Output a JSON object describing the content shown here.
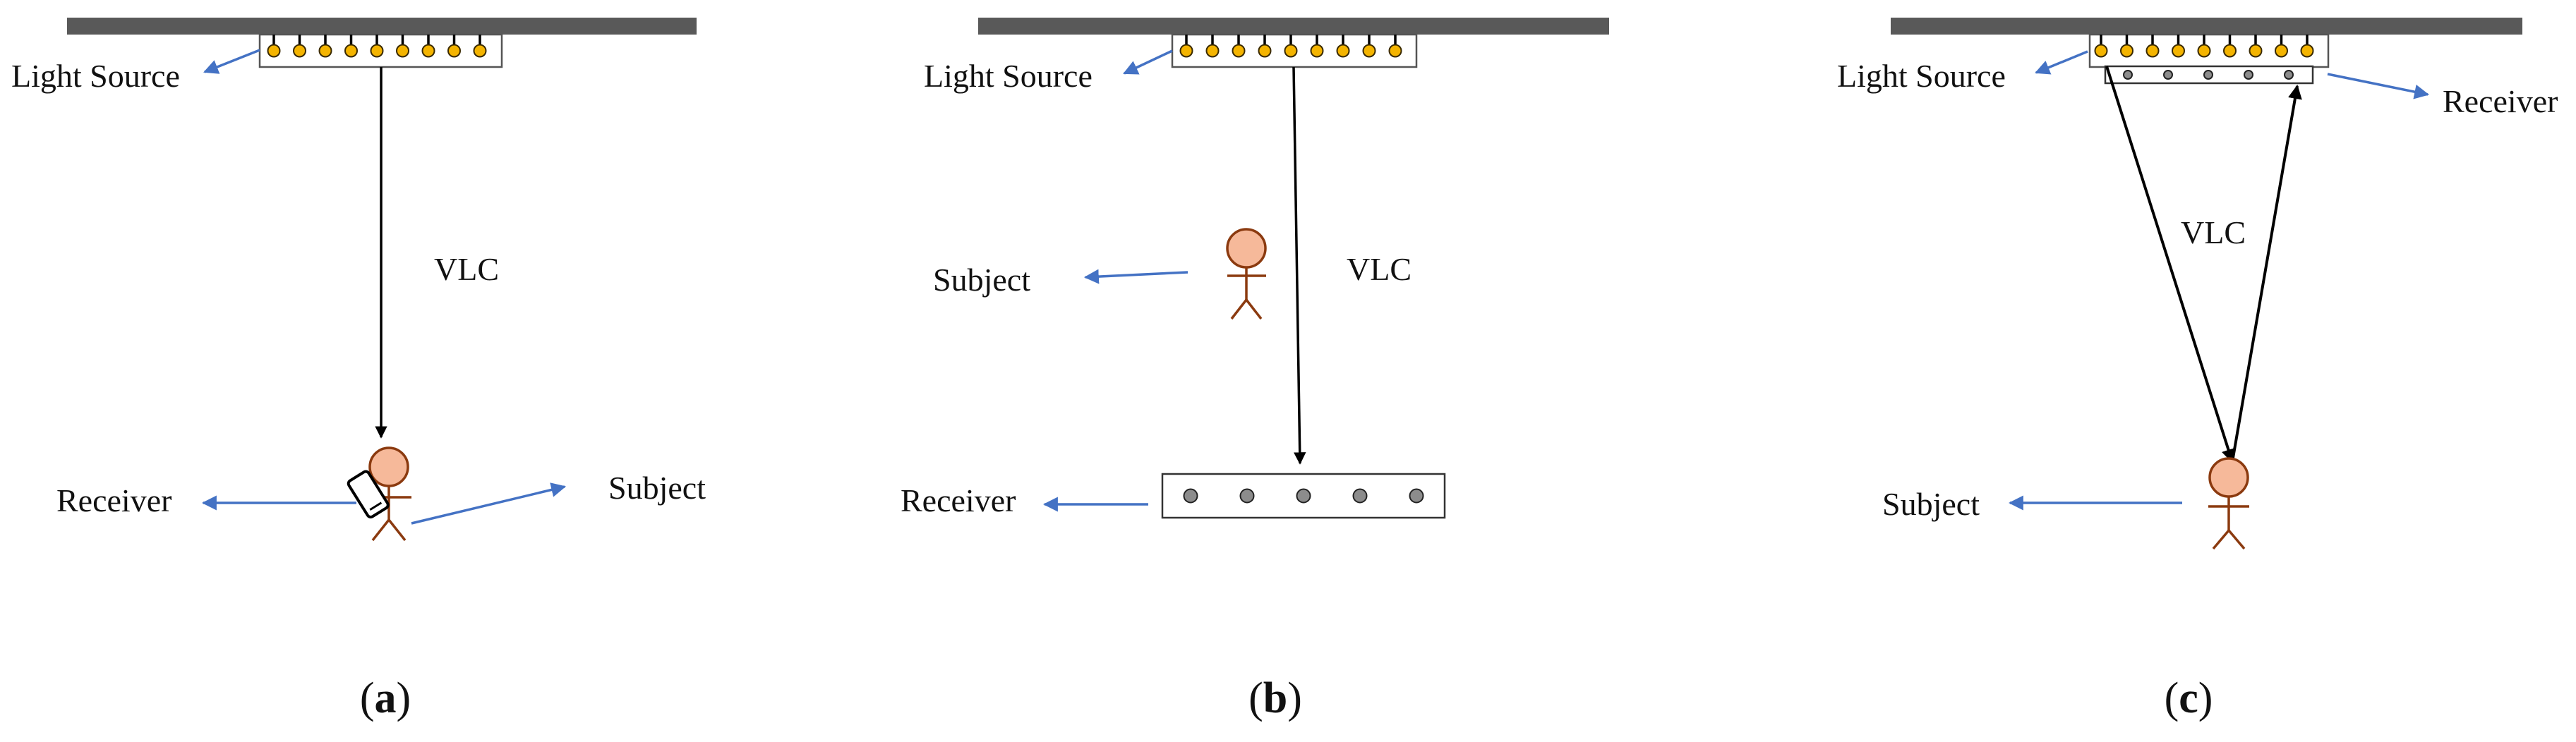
{
  "colors": {
    "ceiling": "#595959",
    "led": "#f4b400",
    "led_outline": "#3a2a00",
    "blue_arrow": "#4472c4",
    "black_arrow": "#000000",
    "skin": "#f6b99a",
    "figure": "#8b3a0f",
    "sensor_dot": "#8c8c8c",
    "box_border": "#555555"
  },
  "icons": {
    "phone": "smartphone-icon",
    "person": "stick-figure-icon",
    "led": "led-bulb-icon",
    "sensor": "photodiode-sensor-icon"
  },
  "panels": {
    "a": {
      "caption": {
        "open": "(",
        "letter": "a",
        "close": ")"
      },
      "light_source": "Light Source",
      "link": "VLC",
      "receiver": "Receiver",
      "subject": "Subject"
    },
    "b": {
      "caption": {
        "open": "(",
        "letter": "b",
        "close": ")"
      },
      "light_source": "Light Source",
      "subject": "Subject",
      "link": "VLC",
      "receiver": "Receiver"
    },
    "c": {
      "caption": {
        "open": "(",
        "letter": "c",
        "close": ")"
      },
      "light_source": "Light Source",
      "receiver": "Receiver",
      "link": "VLC",
      "subject": "Subject"
    }
  }
}
